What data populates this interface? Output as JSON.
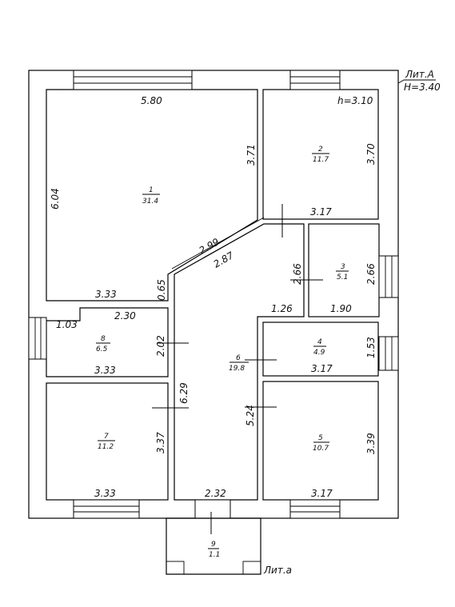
{
  "corner_note": {
    "lit": "Лит.А",
    "height": "H=3.40"
  },
  "room_height_note": "h=3.10",
  "porch_label": "Лит.а",
  "rooms": [
    {
      "number": "1",
      "area": "31.4"
    },
    {
      "number": "2",
      "area": "11.7"
    },
    {
      "number": "3",
      "area": "5.1"
    },
    {
      "number": "4",
      "area": "4.9"
    },
    {
      "number": "5",
      "area": "10.7"
    },
    {
      "number": "6",
      "area": "19.8"
    },
    {
      "number": "7",
      "area": "11.2"
    },
    {
      "number": "8",
      "area": "6.5"
    },
    {
      "number": "9",
      "area": "1.1"
    }
  ],
  "dimensions": {
    "r1_top": "5.80",
    "r1_left": "6.04",
    "r1_right": "3.71",
    "r1_bottom": "3.33",
    "r1_stub": "0.65",
    "diag_outer": "2.99",
    "diag_inner": "2.87",
    "r2_right": "3.70",
    "r2_bottom": "3.17",
    "r3_left": "2.66",
    "r3_right": "2.66",
    "r3_bottom": "1.90",
    "hall_step": "1.26",
    "r8_top": "2.30",
    "r8_notch": "1.03",
    "r8_right": "2.02",
    "r8_bottom": "3.33",
    "r4_right": "1.53",
    "r4_bottom": "3.17",
    "hall_left": "6.29",
    "hall_right": "5.24",
    "hall_bottom": "2.32",
    "r7_right": "3.37",
    "r7_bottom": "3.33",
    "r5_right": "3.39",
    "r5_bottom": "3.17"
  }
}
